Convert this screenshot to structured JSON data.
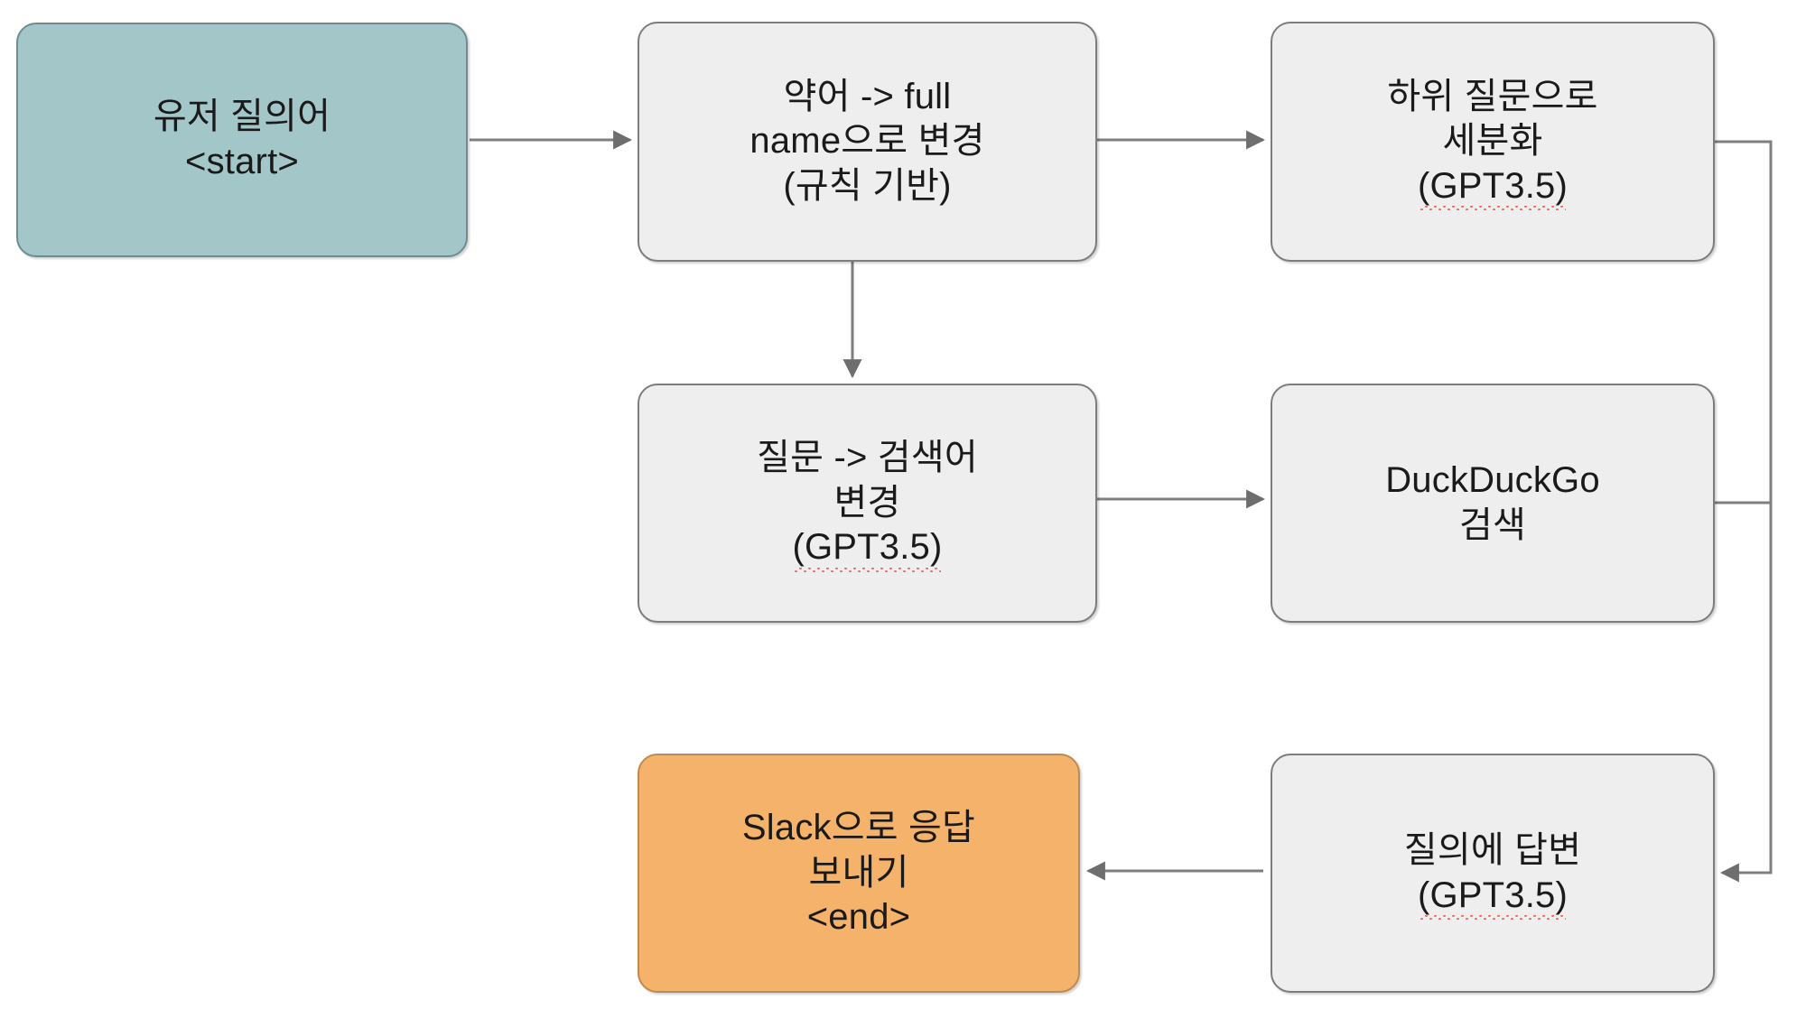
{
  "diagram": {
    "title": "RAG chatbot pipeline flowchart",
    "background": "#ffffff",
    "colors": {
      "start_fill": "#a3c6c9",
      "process_fill": "#eeeeee",
      "end_fill": "#f5b26b",
      "border": "#808080",
      "edge": "#7f7f7f",
      "text": "#1a1a1a",
      "spellcheck_underline": "#e8695f"
    }
  },
  "nodes": [
    {
      "id": "start",
      "name": "user-query-start",
      "kind": "start",
      "lines": [
        "유저 질의어",
        "<start>"
      ],
      "annotation": null
    },
    {
      "id": "expand-abbrev",
      "name": "abbreviation-to-fullname",
      "kind": "process",
      "lines": [
        "약어 -> full",
        "name으로 변경",
        "(규칙 기반)"
      ],
      "annotation": null
    },
    {
      "id": "split-subquestions",
      "name": "split-into-subquestions",
      "kind": "process",
      "lines": [
        "하위 질문으로",
        "세분화",
        "(GPT3.5)"
      ],
      "annotation": "GPT3.5"
    },
    {
      "id": "to-search-query",
      "name": "question-to-search-query",
      "kind": "process",
      "lines": [
        "질문 -> 검색어",
        "변경",
        "(GPT3.5)"
      ],
      "annotation": "GPT3.5"
    },
    {
      "id": "duckduckgo",
      "name": "duckduckgo-search",
      "kind": "process",
      "lines": [
        "DuckDuckGo",
        "검색"
      ],
      "annotation": null
    },
    {
      "id": "end-slack",
      "name": "send-response-to-slack",
      "kind": "end",
      "lines": [
        "Slack으로 응답",
        "보내기",
        "<end>"
      ],
      "annotation": null
    },
    {
      "id": "answer",
      "name": "answer-the-query",
      "kind": "process",
      "lines": [
        "질의에 답변",
        "(GPT3.5)"
      ],
      "annotation": "GPT3.5"
    }
  ],
  "edges": [
    {
      "id": "e1",
      "name": "edge-start-to-expand-abbrev",
      "from": "start",
      "to": "expand-abbrev",
      "style": "straight-right"
    },
    {
      "id": "e2",
      "name": "edge-expand-abbrev-to-split-subquestions",
      "from": "expand-abbrev",
      "to": "split-subquestions",
      "style": "straight-right"
    },
    {
      "id": "e3",
      "name": "edge-expand-abbrev-to-to-search-query",
      "from": "expand-abbrev",
      "to": "to-search-query",
      "style": "straight-down"
    },
    {
      "id": "e4",
      "name": "edge-to-search-query-to-duckduckgo",
      "from": "to-search-query",
      "to": "duckduckgo",
      "style": "straight-right"
    },
    {
      "id": "e5",
      "name": "edge-split-subquestions-to-answer",
      "from": "split-subquestions",
      "to": "answer",
      "style": "orthogonal-right-down-left"
    },
    {
      "id": "e6",
      "name": "edge-duckduckgo-to-answer",
      "from": "duckduckgo",
      "to": "answer",
      "style": "orthogonal-right-down-left"
    },
    {
      "id": "e7",
      "name": "edge-answer-to-end-slack",
      "from": "answer",
      "to": "end-slack",
      "style": "straight-left"
    }
  ]
}
